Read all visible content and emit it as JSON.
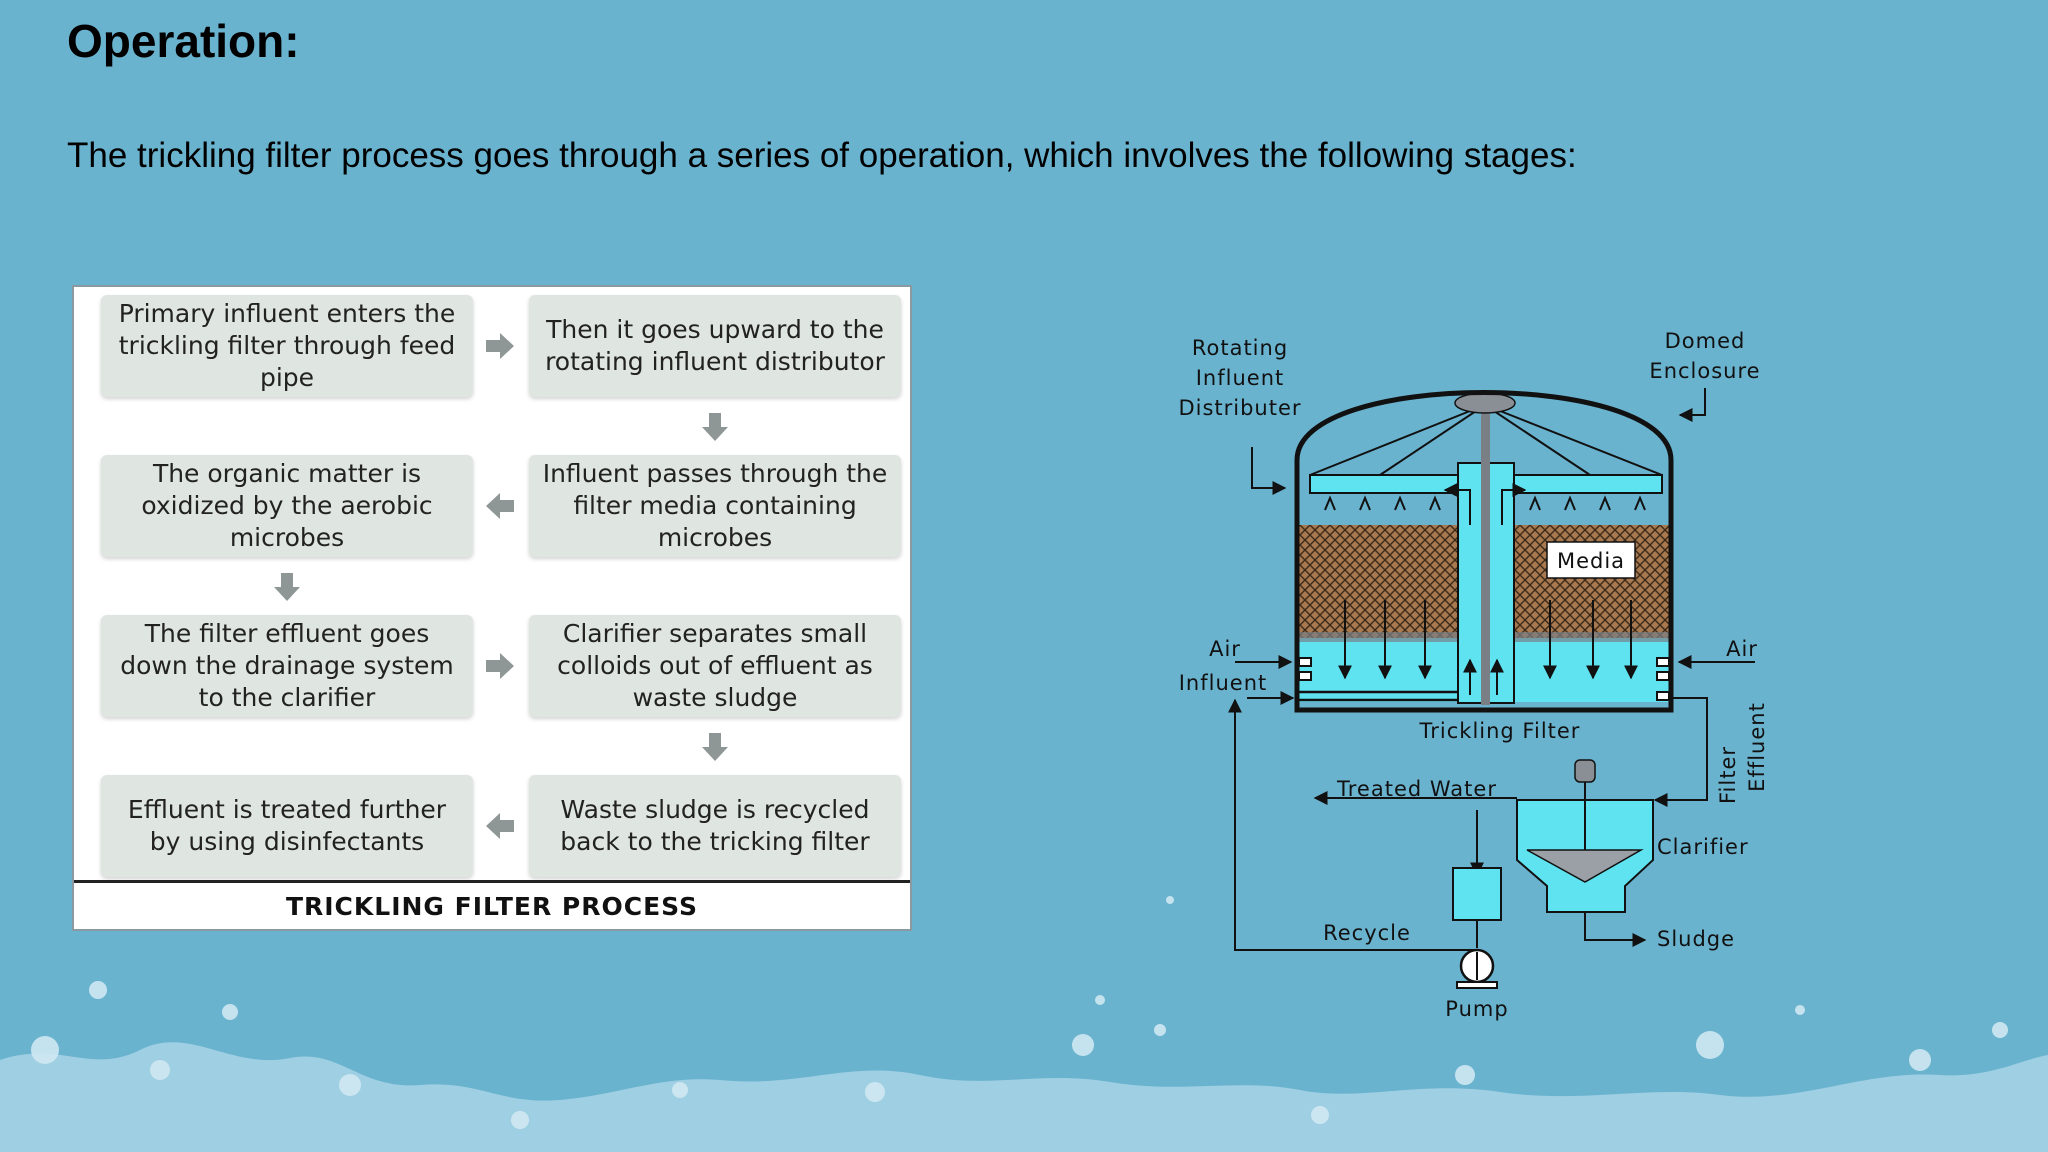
{
  "title": "Operation:",
  "intro": "The trickling filter process goes through a series of operation, which involves the following stages:",
  "flowchart": {
    "steps": [
      "Primary influent enters the trickling filter through feed pipe",
      "Then it goes upward to the rotating influent distributor",
      "Influent passes through the filter media containing microbes",
      "The organic matter is oxidized by the aerobic microbes",
      "The filter effluent goes down the drainage system to the clarifier",
      "Clarifier separates small colloids out of effluent as waste sludge",
      "Waste sludge is recycled back to the tricking filter",
      "Effluent is treated further by using disinfectants"
    ],
    "footer": "TRICKLING FILTER PROCESS"
  },
  "diagram": {
    "rotating_distributer": [
      "Rotating",
      "Influent",
      "Distributer"
    ],
    "domed_enclosure": [
      "Domed",
      "Enclosure"
    ],
    "media": "Media",
    "air_left": "Air",
    "air_right": "Air",
    "influent": "Influent",
    "trickling_filter": "Trickling Filter",
    "filter_effluent": [
      "Filter",
      "Effluent"
    ],
    "treated_water": "Treated Water",
    "clarifier": "Clarifier",
    "recycle": "Recycle",
    "sludge": "Sludge",
    "pump": "Pump"
  },
  "colors": {
    "background": "#6ab3cf",
    "water": "#5fe3f1",
    "media": "#a8784f",
    "box": "#dfe5e0"
  }
}
